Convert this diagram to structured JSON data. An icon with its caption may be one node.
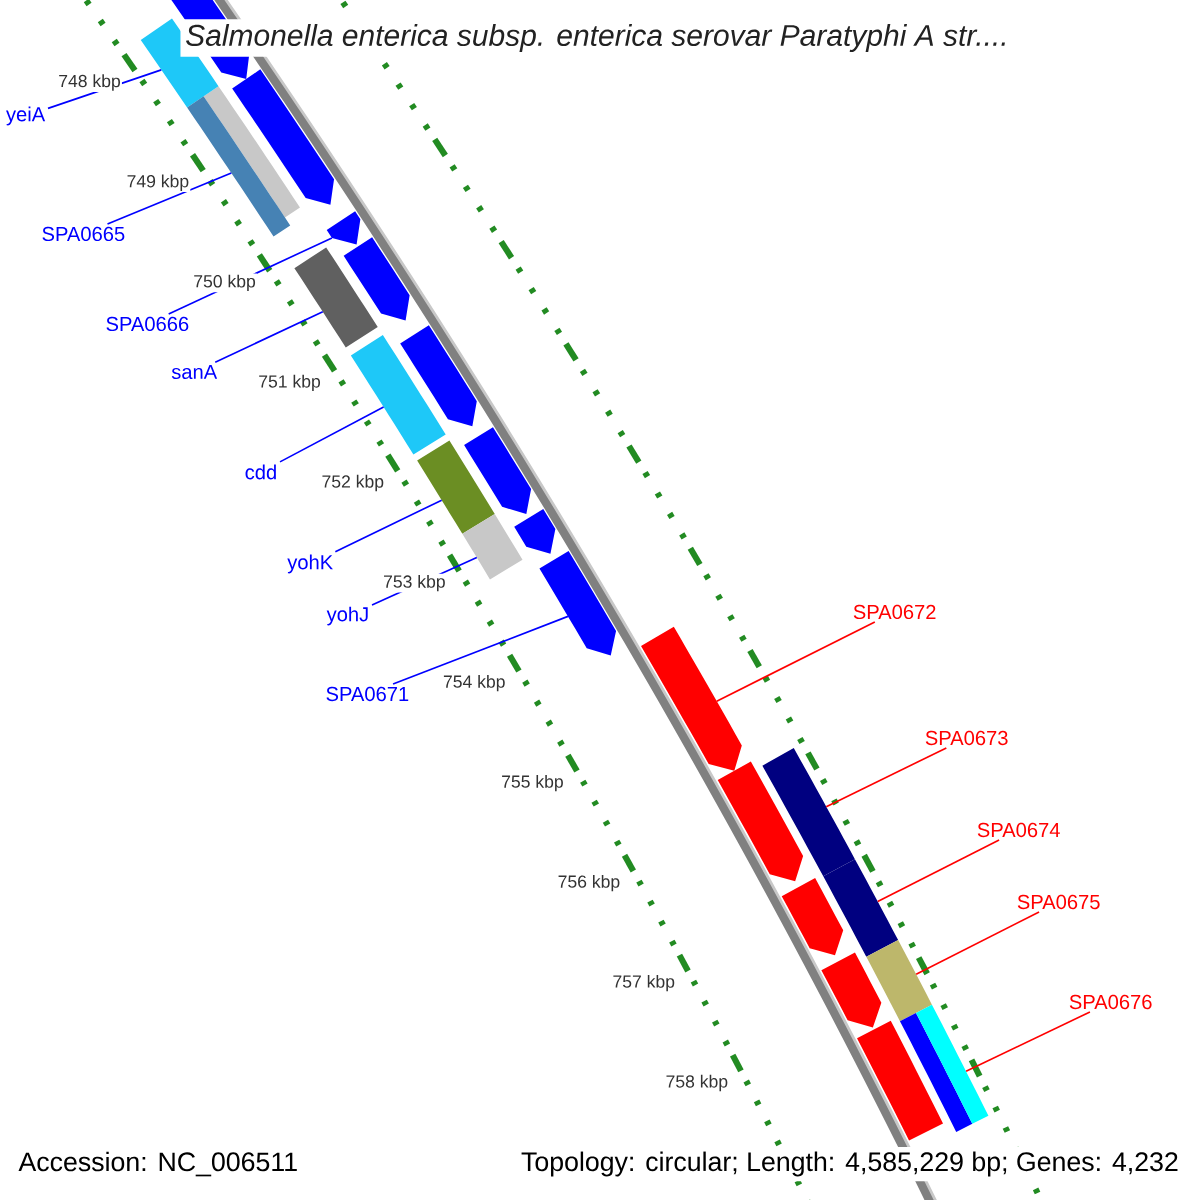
{
  "diagram": {
    "title": "Salmonella enterica subsp. enterica serovar Paratyphi A str....",
    "nodes": [
      {
        "text": [
          "yeiA"
        ]
      },
      {
        "text": [
          "SPA0665"
        ]
      },
      {
        "text": [
          "SPA0666"
        ]
      },
      {
        "text": [
          "sanA"
        ]
      },
      {
        "text": [
          "cdd"
        ]
      },
      {
        "text": [
          "yohK"
        ]
      },
      {
        "text": [
          "yohJ"
        ]
      },
      {
        "text": [
          "SPA0671"
        ]
      },
      {
        "text": [
          "SPA0672"
        ]
      },
      {
        "text": [
          "SPA0673"
        ]
      },
      {
        "text": [
          "SPA0674"
        ]
      },
      {
        "text": [
          "SPA0675"
        ]
      },
      {
        "text": [
          "SPA0676"
        ]
      },
      {
        "text": [],
        "shape": "bar"
      },
      {
        "text": [],
        "shape": "bar"
      },
      {
        "text": [],
        "shape": "bar"
      },
      {
        "text": [],
        "shape": "bar"
      },
      {
        "text": [],
        "shape": "bar"
      },
      {
        "text": [],
        "shape": "bar"
      },
      {
        "text": [],
        "shape": "bar"
      },
      {
        "text": [],
        "shape": "bar"
      },
      {
        "text": [],
        "shape": "bar"
      },
      {
        "text": [],
        "shape": "bar"
      },
      {
        "text": [],
        "shape": "bar"
      },
      {
        "text": [],
        "shape": "bar"
      },
      {
        "text": [],
        "shape": "bar"
      },
      {
        "text": [],
        "shape": "bar"
      }
    ],
    "edges": [
      {
        "from": 0,
        "to": 13,
        "arrow": "none",
        "color": "#0000ff"
      },
      {
        "from": 1,
        "to": 14,
        "arrow": "none",
        "color": "#0000ff"
      },
      {
        "from": 2,
        "to": 15,
        "arrow": "none",
        "color": "#0000ff"
      },
      {
        "from": 3,
        "to": 16,
        "arrow": "none",
        "color": "#0000ff"
      },
      {
        "from": 4,
        "to": 17,
        "arrow": "none",
        "color": "#0000ff"
      },
      {
        "from": 5,
        "to": 18,
        "arrow": "none",
        "color": "#0000ff"
      },
      {
        "from": 6,
        "to": 19,
        "arrow": "none",
        "color": "#0000ff"
      },
      {
        "from": 7,
        "to": 20,
        "arrow": "none",
        "color": "#0000ff"
      },
      {
        "from": 8,
        "to": 21,
        "arrow": "none",
        "color": "#ff0000"
      },
      {
        "from": 9,
        "to": 22,
        "arrow": "none",
        "color": "#ff0000"
      },
      {
        "from": 10,
        "to": 23,
        "arrow": "none",
        "color": "#ff0000"
      },
      {
        "from": 11,
        "to": 24,
        "arrow": "none",
        "color": "#ff0000"
      },
      {
        "from": 12,
        "to": 25,
        "arrow": "none",
        "color": "#ff0000"
      }
    ],
    "labels": [
      "748 kbp",
      "749 kbp",
      "750 kbp",
      "751 kbp",
      "752 kbp",
      "753 kbp",
      "754 kbp",
      "755 kbp",
      "756 kbp",
      "757 kbp",
      "758 kbp",
      "Accession: NC_006511",
      "Topology: circular; Length: 4,585,229 bp; Genes: 4,232"
    ]
  }
}
